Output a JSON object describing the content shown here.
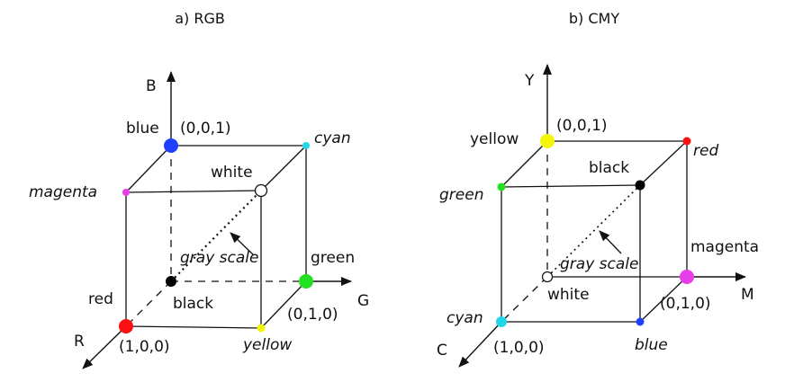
{
  "titles": {
    "rgb": "a) RGB",
    "cmy": "b) CMY"
  },
  "rgb": {
    "axes": {
      "r": "R",
      "g": "G",
      "b": "B"
    },
    "vertices": {
      "blue": {
        "name": "blue",
        "coord": "(0,0,1)",
        "color": "#1f3fff"
      },
      "cyan": {
        "name": "cyan",
        "color": "#22d8e8"
      },
      "magenta": {
        "name": "magenta",
        "color": "#e83ce8"
      },
      "white": {
        "name": "white",
        "color": "#ffffff"
      },
      "black": {
        "name": "black",
        "color": "#000000"
      },
      "green": {
        "name": "green",
        "coord": "(0,1,0)",
        "color": "#22e022"
      },
      "red": {
        "name": "red",
        "coord": "(1,0,0)",
        "color": "#ff1010"
      },
      "yellow": {
        "name": "yellow",
        "color": "#f2f20a"
      }
    },
    "gray_scale": "gray scale"
  },
  "cmy": {
    "axes": {
      "c": "C",
      "m": "M",
      "y": "Y"
    },
    "vertices": {
      "yellow": {
        "name": "yellow",
        "coord": "(0,0,1)",
        "color": "#f5f50a"
      },
      "red": {
        "name": "red",
        "color": "#ff1010"
      },
      "green": {
        "name": "green",
        "color": "#22e022"
      },
      "black": {
        "name": "black",
        "color": "#000000"
      },
      "magenta": {
        "name": "magenta",
        "coord": "(0,1,0)",
        "color": "#e83ce8"
      },
      "white": {
        "name": "white",
        "color": "#ffffff"
      },
      "cyan": {
        "name": "cyan",
        "coord": "(1,0,0)",
        "color": "#22d8e8"
      },
      "blue": {
        "name": "blue",
        "color": "#1f3fff"
      }
    },
    "gray_scale": "gray scale"
  }
}
